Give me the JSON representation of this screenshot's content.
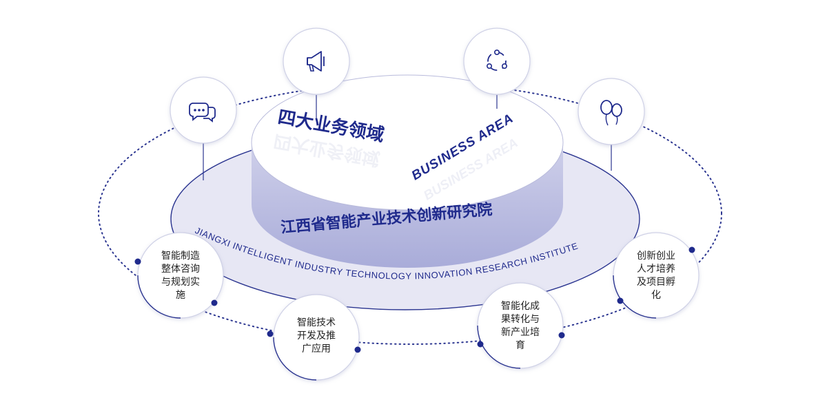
{
  "center": {
    "title_cn": "四大业务领域",
    "title_en": "BUSINESS AREA",
    "institute_cn": "江西省智能产业技术创新研究院",
    "institute_en": "JIANGXI INTELLIGENT INDUSTRY TECHNOLOGY INNOVATION RESEARCH INSTITUTE"
  },
  "icons": [
    {
      "name": "chat-bubbles-icon"
    },
    {
      "name": "megaphone-icon"
    },
    {
      "name": "cycle-arrows-icon"
    },
    {
      "name": "balloons-icon"
    }
  ],
  "areas": [
    {
      "lines": [
        "智能制造",
        "整体咨询",
        "与规划实",
        "施"
      ]
    },
    {
      "lines": [
        "智能技术",
        "开发及推",
        "广应用"
      ]
    },
    {
      "lines": [
        "智能化成",
        "果转化与",
        "新产业培",
        "育"
      ]
    },
    {
      "lines": [
        "创新创业",
        "人才培养",
        "及项目孵",
        "化"
      ]
    }
  ],
  "colors": {
    "navy": "#1f2a8c",
    "line": "#2b3590",
    "disc_fill": "#e6e6f3",
    "cyl_side": "#b9bbe0",
    "circle_border": "#d0d2e6"
  }
}
